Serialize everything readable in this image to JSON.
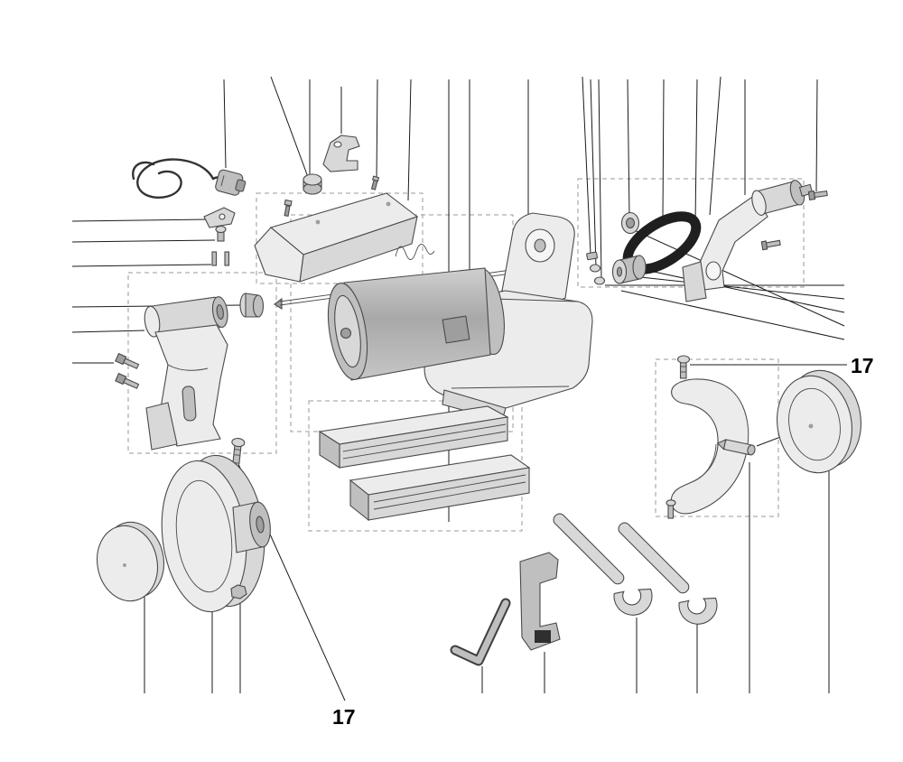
{
  "diagram": {
    "type": "exploded-parts-diagram",
    "labels": {
      "right_17": "17",
      "bottom_17": "17"
    },
    "parts": [
      "power-plug-and-cord",
      "cable-clamp",
      "clamp-screw",
      "clamp-pins",
      "mounting-bracket",
      "lock-nut",
      "cover-screw",
      "belt-guard-cover",
      "tension-spring",
      "threaded-shaft",
      "motor",
      "gear-housing",
      "motor-cradle-housing",
      "drive-belt",
      "bearing-washer",
      "drive-pulley",
      "fastener-stack",
      "right-support-arm",
      "arm-shaft-boss",
      "arm-bolt",
      "shaft-bolt",
      "left-support-bracket",
      "bracket-boss",
      "spacer-bushing",
      "hex-bolts",
      "adjustment-screw-left",
      "adjustment-screw-right",
      "guard-screw",
      "wheel-guard",
      "arbor-pin",
      "grinding-wheel-right",
      "grinding-wheel-main",
      "backing-disc",
      "arbor-nut",
      "base-rail-upper",
      "base-rail-lower",
      "hex-key",
      "tool-rest-clamp",
      "open-end-wrench-1",
      "open-end-wrench-2"
    ]
  },
  "colors": {
    "background": "#ffffff",
    "line": "#1a1a1a",
    "dashed": "#9a9a9a",
    "part_stroke": "#4a4a4a",
    "fill_light": "#ececec",
    "fill_mid": "#d8d8d8",
    "fill_dark": "#bfbfbf",
    "fill_deep": "#9e9e9e",
    "hole": "#f5f5f5",
    "belt": "#1f1f1f",
    "cord": "#333333",
    "tool_dark": "#3f3f3f",
    "tool_black": "#2f2f2f",
    "label": "#000000"
  }
}
